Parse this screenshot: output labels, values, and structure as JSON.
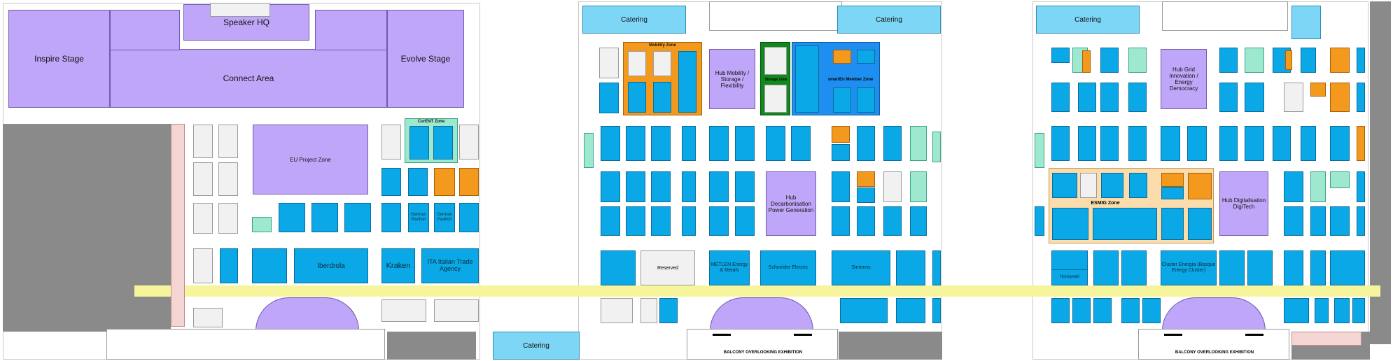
{
  "left_hall": {
    "inspire_stage": "Inspire Stage",
    "speaker_hq": "Speaker HQ",
    "evolve_stage": "Evolve Stage",
    "connect_area": "Connect Area",
    "eu_project_zone": "EU Project Zone",
    "curent_zone": "CurENT Zone",
    "iberdrola": "Iberdrola",
    "kraken": "Kraken",
    "ita": "ITA Italian Trade Agency",
    "german_pavilion_1": "German Pavilion",
    "german_pavilion_2": "German Pavilion",
    "catering": "Catering"
  },
  "middle_hall": {
    "catering_left": "Catering",
    "catering_right": "Catering",
    "mobility_zone": "Mobility Zone",
    "hub_mobility": "Hub Mobility / Storage / Flexibility",
    "storage_zone": "Storage Zone",
    "smarten_zone": "smartEn Member Zone",
    "hub_decarb": "Hub Decarbonisation Power Generation",
    "reserved": "Reserved",
    "metlen": "METLEN Energy & Metals",
    "schneider": "Schneider Electric",
    "siemens": "Siemens",
    "balcony": "BALCONY OVERLOOKING EXHIBITION"
  },
  "right_hall": {
    "catering": "Catering",
    "hub_grid": "Hub Grid Innovation / Energy Democracy",
    "esmig_zone": "ESMIG Zone",
    "hub_digital": "Hub Digitalisation DigiTech",
    "cluster_energia": "Cluster Energía (Basque Energy Cluster)",
    "honeywell": "Honeywell",
    "balcony": "BALCONY OVERLOOKING EXHIBITION"
  },
  "colors": {
    "hub_purple": "#c0a6f8",
    "booth_blue": "#0aa8e6",
    "catering_blue": "#7dd6f6",
    "mobility_orange": "#f39a1e",
    "storage_green": "#10891c",
    "esmig_peach": "#fbdcad",
    "walkway_yellow": "#f7f59b"
  }
}
